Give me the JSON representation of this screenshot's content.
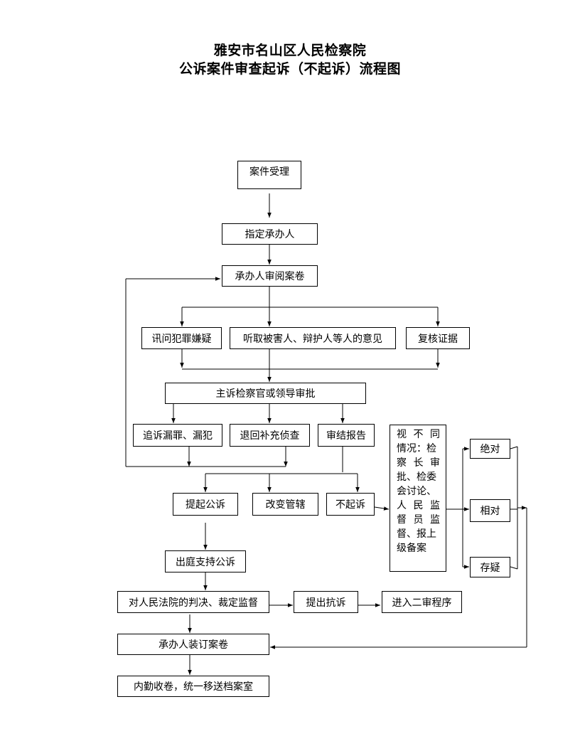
{
  "title": {
    "line1": "雅安市名山区人民检察院",
    "line2": "公诉案件审查起诉（不起诉）流程图"
  },
  "nodes": {
    "case_accept": "案件受理",
    "assign_handler": "指定承办人",
    "review_dossier": "承办人审阅案卷",
    "interrogate_suspect": "讯问犯罪嫌疑",
    "hear_opinions": "听取被害人、辩护人等人的意见",
    "verify_evidence": "复核证据",
    "approval": "主诉检察官或领导审批",
    "pursue_omissions": "追诉漏罪、漏犯",
    "return_investigation": "退回补充侦查",
    "conclusion_report": "审结报告",
    "public_prosecution": "提起公诉",
    "change_jurisdiction": "改变管辖",
    "non_prosecution": "不起诉",
    "court_support": "出庭支持公诉",
    "court_supervision": "对人民法院的判决、裁定监督",
    "file_protest": "提出抗诉",
    "second_instance": "进入二审程序",
    "binding": "承办人装订案卷",
    "archive": "内勤收卷，统一移送档案室",
    "absolute": "绝对",
    "relative": "相对",
    "doubtful": "存疑"
  },
  "vertical_note": {
    "lines": [
      [
        "视",
        "不",
        "同"
      ],
      [
        "情况：检"
      ],
      [
        "察",
        "长",
        "审"
      ],
      [
        "批、检委"
      ],
      [
        "会讨论、"
      ],
      [
        "人",
        "民",
        "监"
      ],
      [
        "督",
        "员",
        "监"
      ],
      [
        "督、报上"
      ],
      [
        "级备案"
      ]
    ]
  }
}
